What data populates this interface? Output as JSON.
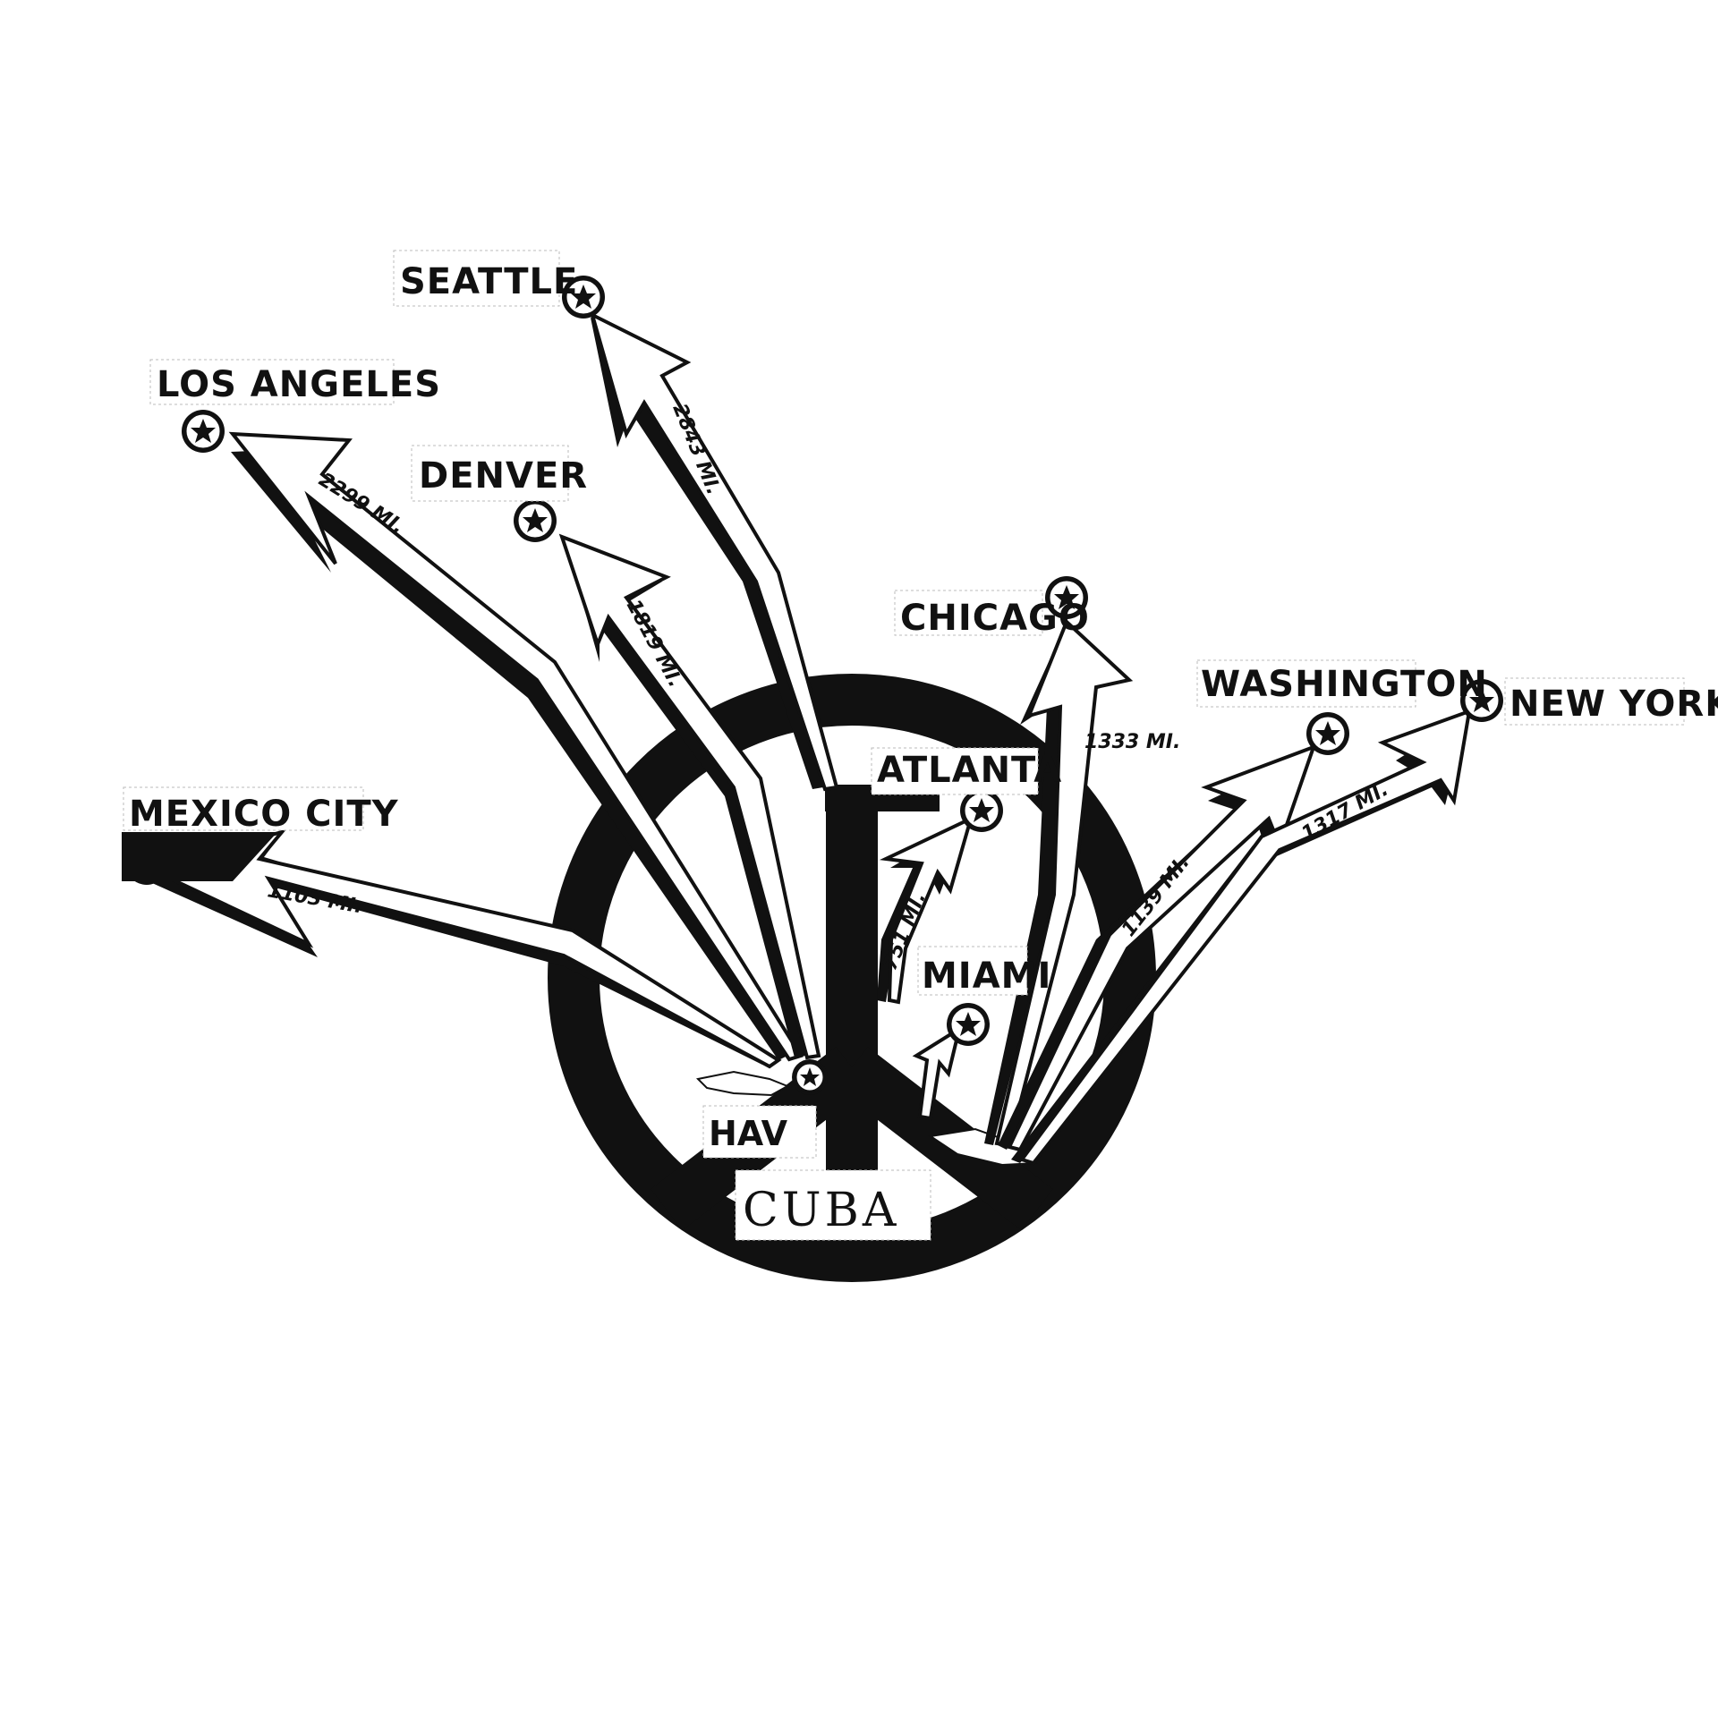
{
  "origin": {
    "country": "CUBA",
    "city_visible_text": "HAV",
    "symbol": "peace-sign-icon"
  },
  "destinations": [
    {
      "key": "seattle",
      "city": "SEATTLE",
      "distance": "2843 MI."
    },
    {
      "key": "los_angeles",
      "city": "LOS ANGELES",
      "distance": "2299 MI."
    },
    {
      "key": "denver",
      "city": "DENVER",
      "distance": "1819 MI."
    },
    {
      "key": "mexico_city",
      "city": "MEXICO CITY",
      "distance": "1103 MI."
    },
    {
      "key": "chicago",
      "city": "CHICAGO",
      "distance": "1333 MI."
    },
    {
      "key": "atlanta",
      "city": "ATLANTA",
      "distance": "751 MI."
    },
    {
      "key": "miami",
      "city": "MIAMI",
      "distance": ""
    },
    {
      "key": "washington",
      "city": "WASHINGTON",
      "distance": "1139 MI."
    },
    {
      "key": "new_york",
      "city": "NEW YORK",
      "distance": "1317 MI."
    }
  ],
  "colors": {
    "ink": "#111111",
    "paper": "#ffffff"
  }
}
